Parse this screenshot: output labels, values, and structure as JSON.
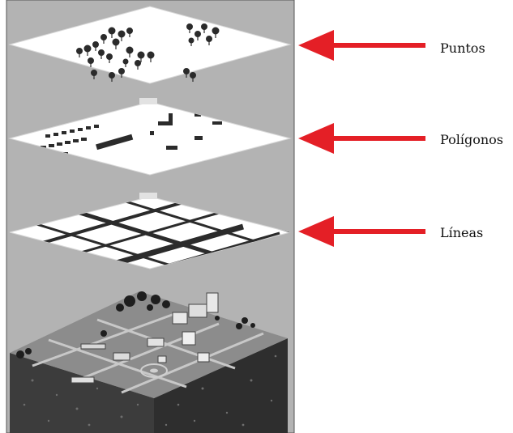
{
  "layers": [
    {
      "id": "points",
      "label": "Puntos"
    },
    {
      "id": "polygons",
      "label": "Polígonos"
    },
    {
      "id": "lines",
      "label": "Líneas"
    }
  ],
  "colors": {
    "panel_background": "#b3b3b3",
    "layer_sheet": "#ffffff",
    "layer_features": "#2b2b2b",
    "arrow": "#e41f26",
    "terrain_top": "#8c8c8c",
    "terrain_side": "#3c3c3c"
  },
  "icons": {
    "point_symbol": "tree-icon",
    "arrow": "arrow-left-icon"
  }
}
